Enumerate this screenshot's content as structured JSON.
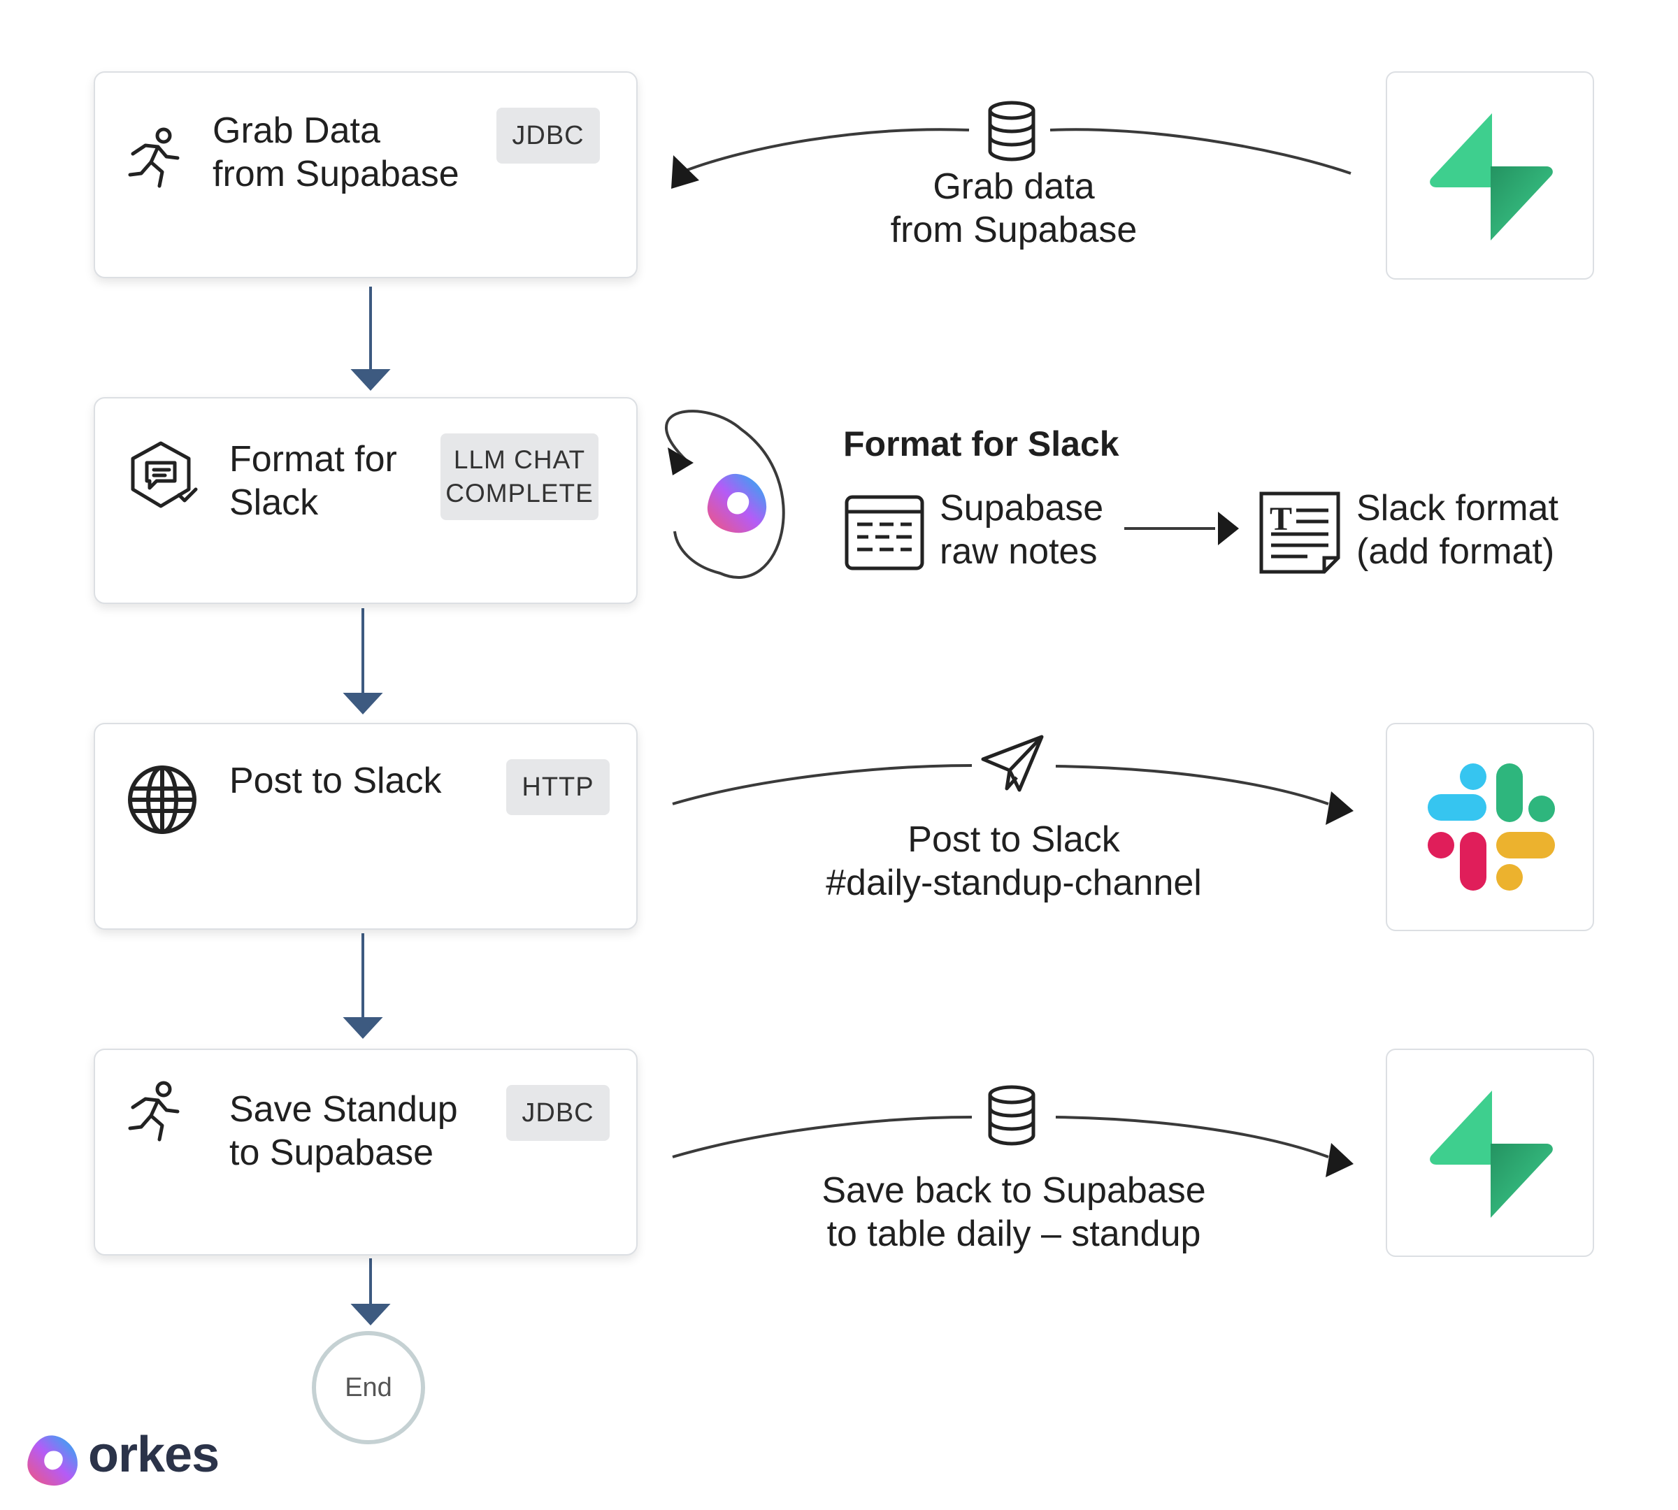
{
  "tasks": [
    {
      "title": "Grab Data\nfrom Supabase",
      "tag": "JDBC"
    },
    {
      "title": "Format for\nSlack",
      "tag": "LLM CHAT\nCOMPLETE"
    },
    {
      "title": "Post to Slack",
      "tag": "HTTP"
    },
    {
      "title": "Save Standup\nto Supabase",
      "tag": "JDBC"
    }
  ],
  "end_label": "End",
  "edges": {
    "grab": "Grab data\nfrom Supabase",
    "format_heading": "Format for Slack",
    "format_raw": "Supabase\nraw notes",
    "format_out": "Slack format\n(add format)",
    "post": "Post to Slack\n#daily-standup-channel",
    "save": "Save back to Supabase\nto table daily – standup"
  },
  "brand": {
    "name": "orkes"
  },
  "colors": {
    "arrow": "#3d5a80",
    "supabase_green": "#3ecf8e",
    "tag_bg": "#e6e7e9"
  }
}
